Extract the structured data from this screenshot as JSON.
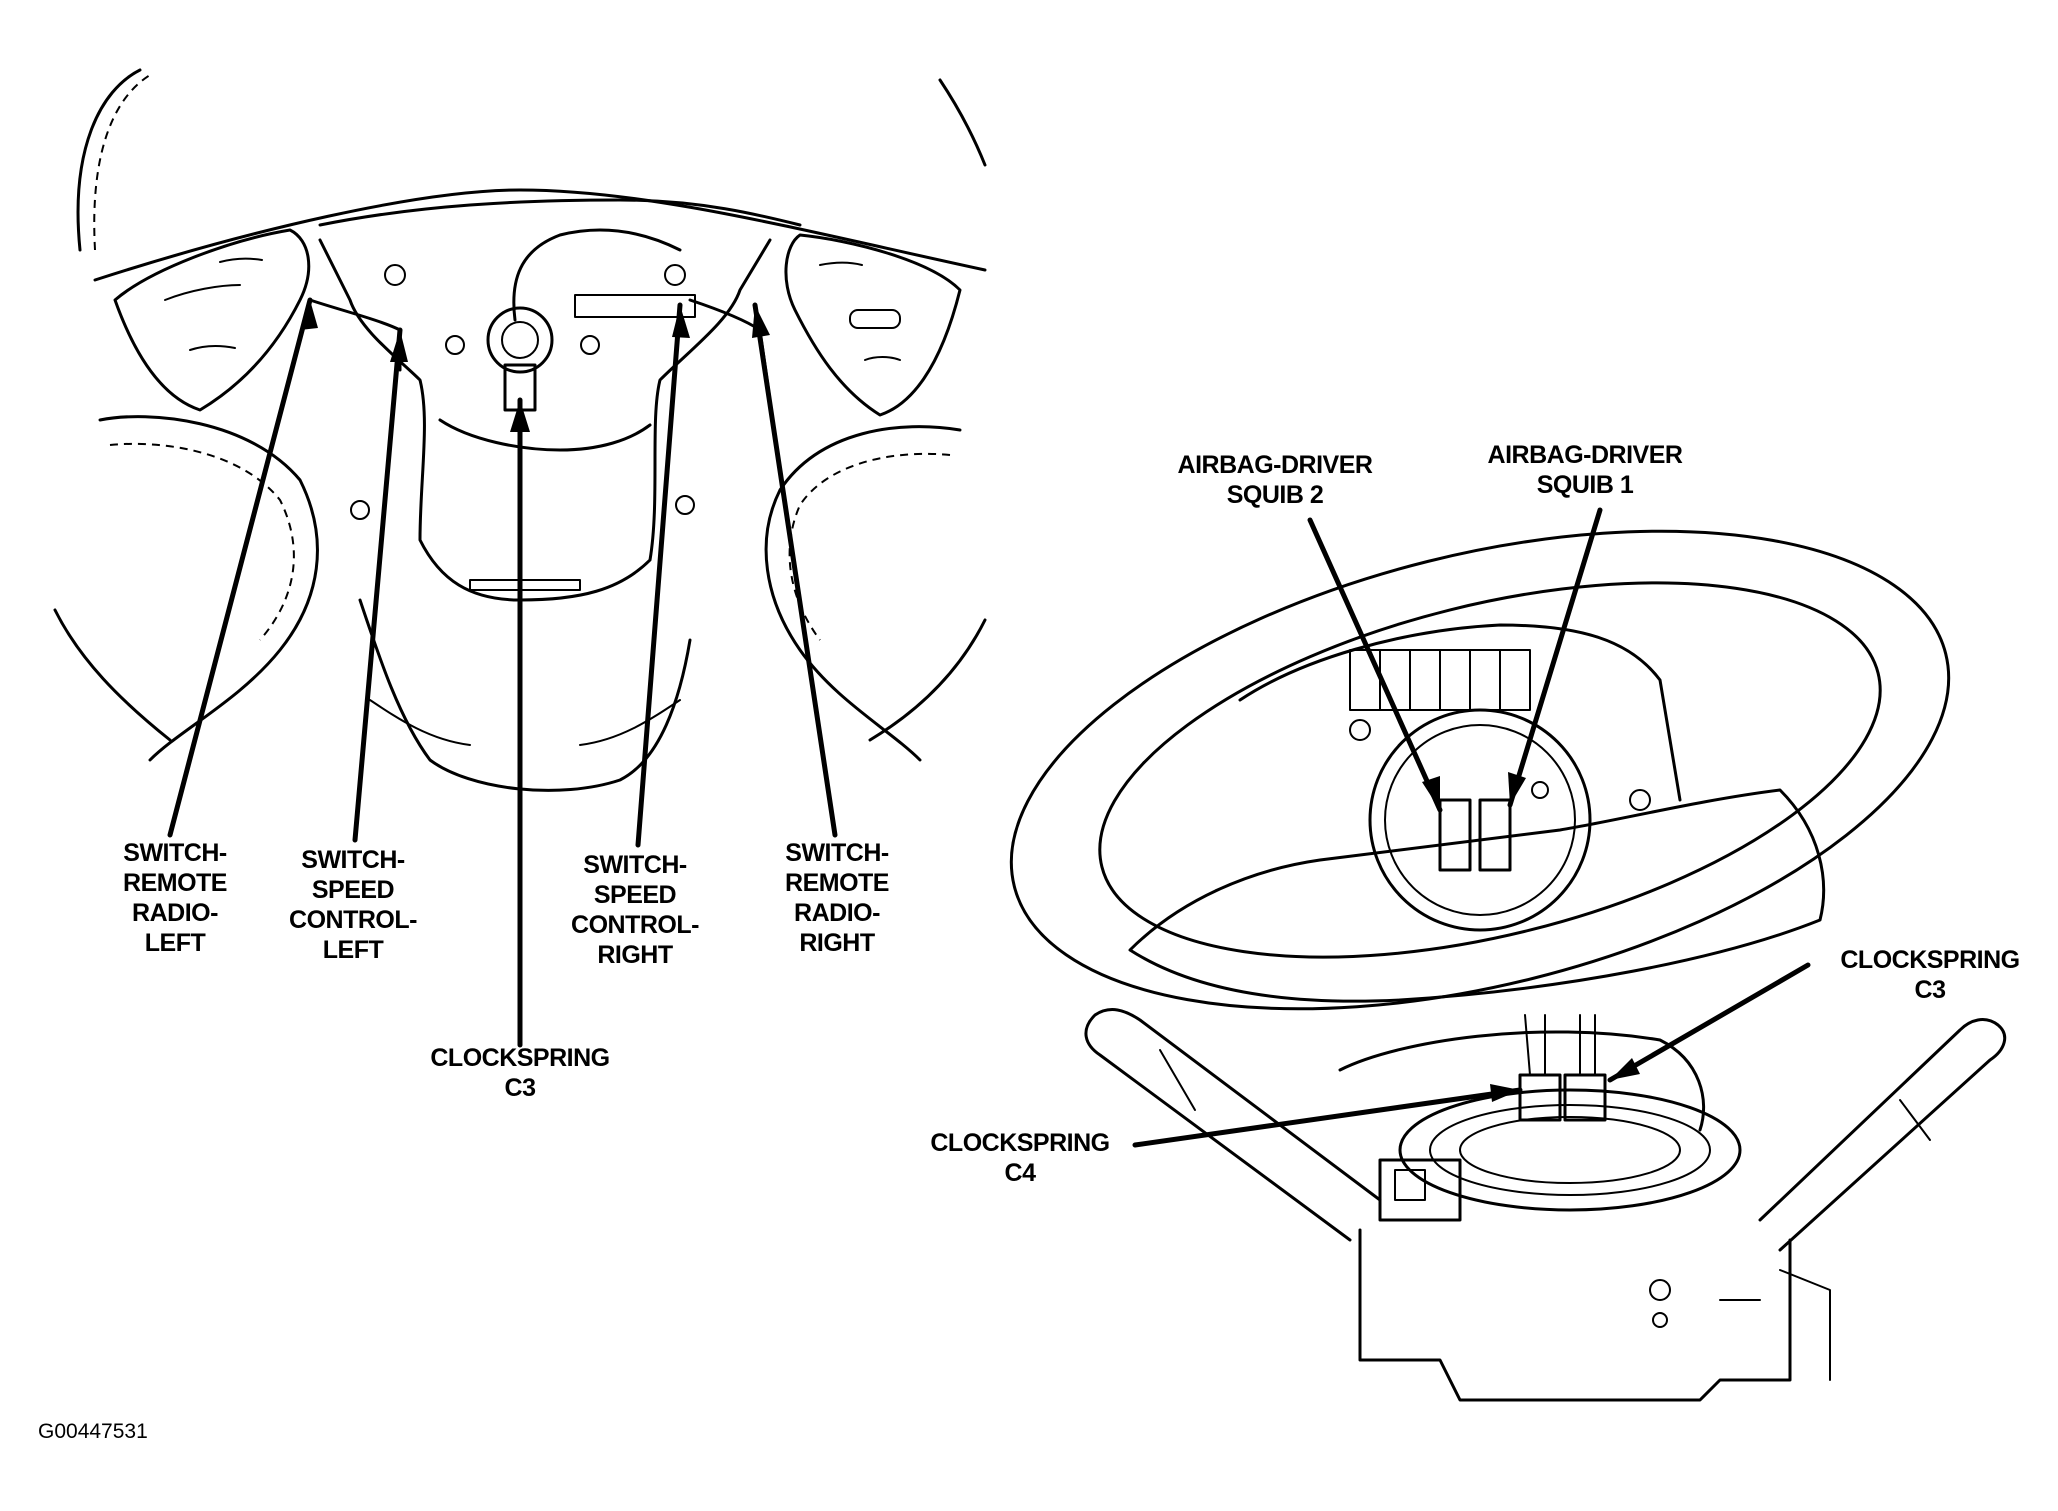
{
  "figure_id": "G00447531",
  "labels": {
    "sw_remote_left": [
      "SWITCH-",
      "REMOTE",
      "RADIO-",
      "LEFT"
    ],
    "sw_speed_left": [
      "SWITCH-",
      "SPEED",
      "CONTROL-",
      "LEFT"
    ],
    "sw_speed_right": [
      "SWITCH-",
      "SPEED",
      "CONTROL-",
      "RIGHT"
    ],
    "sw_remote_right": [
      "SWITCH-",
      "REMOTE",
      "RADIO-",
      "RIGHT"
    ],
    "clockspring_c3_left": [
      "CLOCKSPRING",
      "C3"
    ],
    "airbag_squib2": [
      "AIRBAG-DRIVER",
      "SQUIB 2"
    ],
    "airbag_squib1": [
      "AIRBAG-DRIVER",
      "SQUIB 1"
    ],
    "clockspring_c3_right": [
      "CLOCKSPRING",
      "C3"
    ],
    "clockspring_c4": [
      "CLOCKSPRING",
      "C4"
    ]
  }
}
